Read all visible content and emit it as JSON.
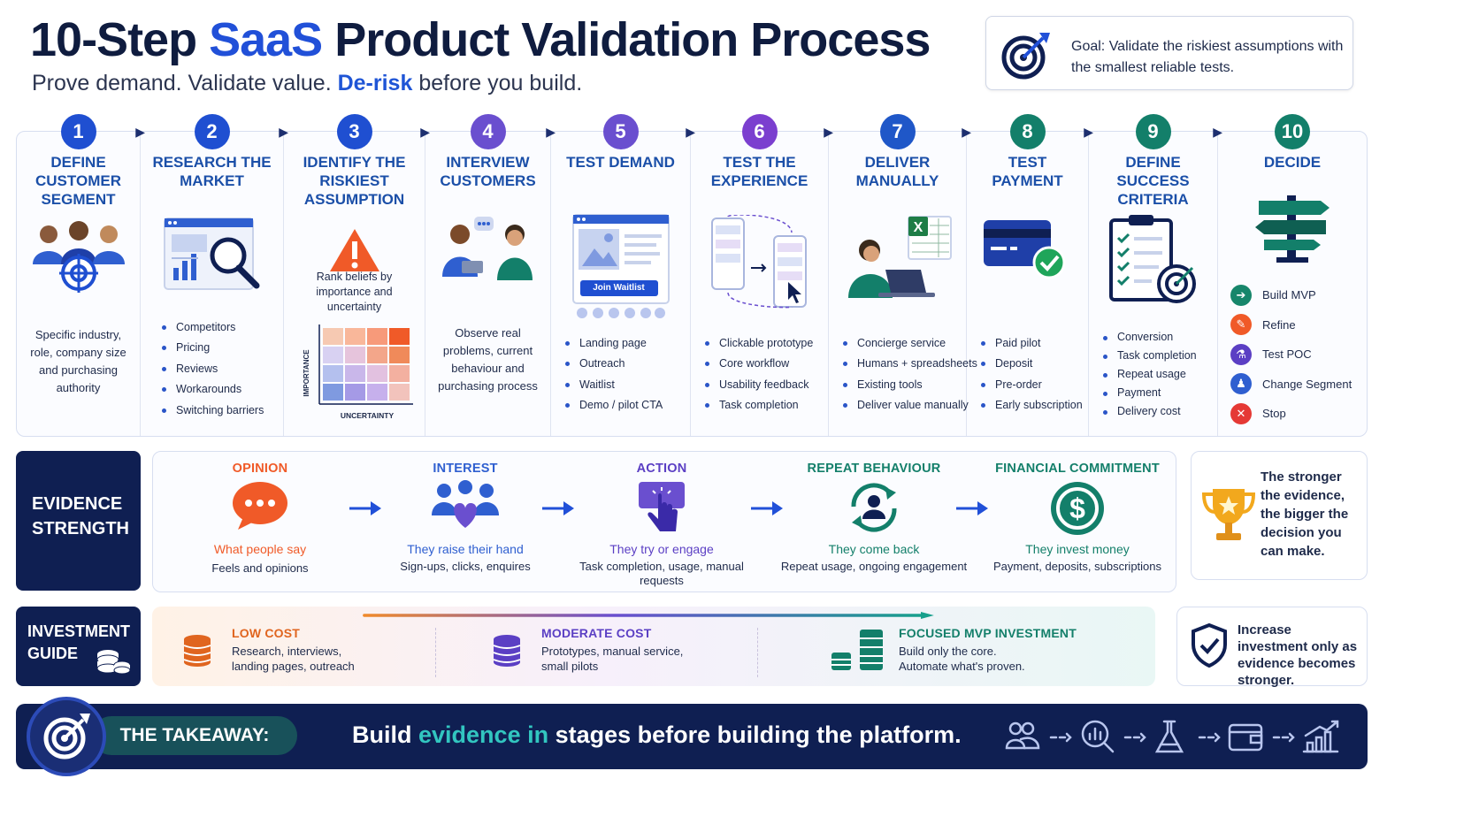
{
  "header": {
    "title_a": "10-Step",
    "title_b": "SaaS",
    "title_c": "Product Validation Process",
    "subtitle_a": "Prove demand. Validate value.",
    "subtitle_b": "De-risk",
    "subtitle_c": "before you build.",
    "goal": "Goal: Validate the riskiest assumptions with the smallest reliable tests."
  },
  "steps": [
    {
      "num": "1",
      "title": "Define Customer Segment",
      "color": "#1f4fd1",
      "desc": "Specific industry, role, company size and purchasing authority",
      "icon": "people-target-icon"
    },
    {
      "num": "2",
      "title": "Research the Market",
      "color": "#1f4fd1",
      "bullets": [
        "Competitors",
        "Pricing",
        "Reviews",
        "Workarounds",
        "Switching barriers"
      ],
      "icon": "research-magnifier-icon"
    },
    {
      "num": "3",
      "title": "Identify the Riskiest Assumption",
      "color": "#1f4fd1",
      "desc": "Rank beliefs by importance and uncertainty",
      "axis_y": "IMPORTANCE",
      "axis_x": "UNCERTAINTY",
      "icon": "warning-matrix-icon"
    },
    {
      "num": "4",
      "title": "Interview Customers",
      "color": "#6a4fcf",
      "desc": "Observe real problems, current behaviour and purchasing process",
      "icon": "interview-icon"
    },
    {
      "num": "5",
      "title": "Test Demand",
      "color": "#6a4fcf",
      "bullets": [
        "Landing page",
        "Outreach",
        "Waitlist",
        "Demo / pilot CTA"
      ],
      "button": "Join Waitlist",
      "icon": "landing-page-icon"
    },
    {
      "num": "6",
      "title": "Test the Experience",
      "color": "#7b3fcf",
      "bullets": [
        "Clickable prototype",
        "Core workflow",
        "Usability feedback",
        "Task completion"
      ],
      "icon": "prototype-icon"
    },
    {
      "num": "7",
      "title": "Deliver Manually",
      "color": "#1f57c8",
      "bullets": [
        "Concierge service",
        "Humans + spreadsheets",
        "Existing tools",
        "Deliver value manually"
      ],
      "icon": "laptop-spreadsheet-icon"
    },
    {
      "num": "8",
      "title": "Test Payment",
      "color": "#137f6a",
      "bullets": [
        "Paid pilot",
        "Deposit",
        "Pre-order",
        "Early subscription"
      ],
      "icon": "credit-card-icon"
    },
    {
      "num": "9",
      "title": "Define Success Criteria",
      "color": "#137f6a",
      "bullets": [
        "Conversion",
        "Task completion",
        "Repeat usage",
        "Payment",
        "Delivery cost"
      ],
      "icon": "checklist-target-icon"
    },
    {
      "num": "10",
      "title": "Decide",
      "color": "#137f6a",
      "decisions": [
        {
          "label": "Build MVP",
          "color": "#17866b",
          "glyph": "➔"
        },
        {
          "label": "Refine",
          "color": "#f05a28",
          "glyph": "✎"
        },
        {
          "label": "Test POC",
          "color": "#5b3fc4",
          "glyph": "⚗"
        },
        {
          "label": "Change Segment",
          "color": "#2f5fd0",
          "glyph": "♟"
        },
        {
          "label": "Stop",
          "color": "#e53935",
          "glyph": "✕"
        }
      ],
      "icon": "signpost-icon"
    }
  ],
  "evidence": {
    "label": "EVIDENCE STRENGTH",
    "stages": [
      {
        "head": "OPINION",
        "color": "#f05a28",
        "sub": "What people say",
        "desc": "Feels and opinions",
        "icon": "speech-bubble-icon"
      },
      {
        "head": "INTEREST",
        "color": "#2f5fd0",
        "sub": "They raise their hand",
        "desc": "Sign-ups, clicks, enquires",
        "icon": "group-heart-icon"
      },
      {
        "head": "ACTION",
        "color": "#5b3fc4",
        "sub": "They try or engage",
        "desc": "Task completion, usage, manual requests",
        "icon": "tap-icon"
      },
      {
        "head": "REPEAT BEHAVIOUR",
        "color": "#137f6a",
        "sub": "They come back",
        "desc": "Repeat usage, ongoing engagement",
        "icon": "repeat-user-icon"
      },
      {
        "head": "FINANCIAL COMMITMENT",
        "color": "#137f6a",
        "sub": "They invest money",
        "desc": "Payment, deposits, subscriptions",
        "icon": "dollar-coin-icon"
      }
    ],
    "callout": "The stronger the evidence, the bigger the decision you can make."
  },
  "investment": {
    "label": "INVESTMENT GUIDE",
    "tiers": [
      {
        "head": "LOW COST",
        "color": "#e0651f",
        "desc1": "Research, interviews,",
        "desc2": "landing pages, outreach",
        "icon": "coins-icon"
      },
      {
        "head": "MODERATE COST",
        "color": "#5b3fc4",
        "desc1": "Prototypes, manual service,",
        "desc2": "small pilots",
        "icon": "coins-icon"
      },
      {
        "head": "FOCUSED MVP INVESTMENT",
        "color": "#137f6a",
        "desc1": "Build only the core.",
        "desc2": "Automate what's proven.",
        "icon": "coins-stack-icon"
      }
    ],
    "callout": "Increase investment only as evidence becomes stronger."
  },
  "takeaway": {
    "label": "THE TAKEAWAY:",
    "msg_a": "Build",
    "msg_b": "evidence in",
    "msg_c": "stages before building the platform."
  }
}
